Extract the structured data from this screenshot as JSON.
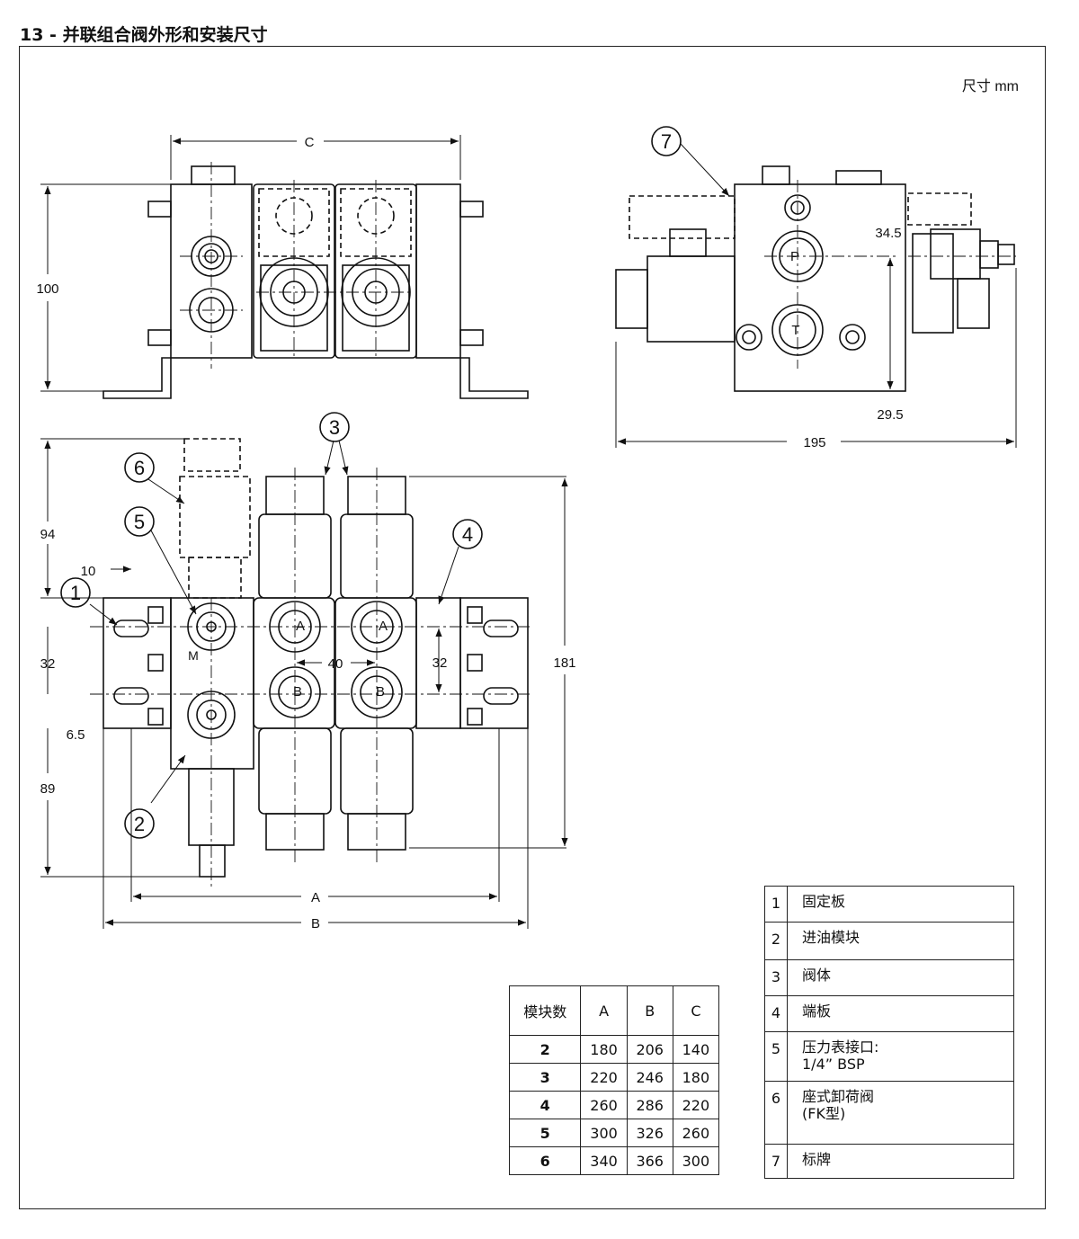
{
  "heading": {
    "number": "13 - ",
    "title": "并联组合阀外形和安装尺寸"
  },
  "unit_label": "尺寸 mm",
  "dimensions": {
    "c": "C",
    "h100": "100",
    "d34_5": "34.5",
    "d29_5": "29.5",
    "d195": "195",
    "d94": "94",
    "d10": "10",
    "d32_left": "32",
    "d6_5": "6.5",
    "d89": "89",
    "d40": "40",
    "d32_right": "32",
    "d181": "181",
    "a": "A",
    "b": "B"
  },
  "port_labels": {
    "p": "P",
    "t": "T",
    "a": "A",
    "b": "B",
    "m": "M"
  },
  "callouts": [
    "1",
    "2",
    "3",
    "4",
    "5",
    "6",
    "7"
  ],
  "size_table": {
    "headers": [
      "模块数",
      "A",
      "B",
      "C"
    ],
    "rows": [
      [
        "2",
        "180",
        "206",
        "140"
      ],
      [
        "3",
        "220",
        "246",
        "180"
      ],
      [
        "4",
        "260",
        "286",
        "220"
      ],
      [
        "5",
        "300",
        "326",
        "260"
      ],
      [
        "6",
        "340",
        "366",
        "300"
      ]
    ]
  },
  "parts": [
    {
      "num": "1",
      "lines": [
        "固定板"
      ]
    },
    {
      "num": "2",
      "lines": [
        "进油模块"
      ]
    },
    {
      "num": "3",
      "lines": [
        "阀体"
      ]
    },
    {
      "num": "4",
      "lines": [
        "端板"
      ]
    },
    {
      "num": "5",
      "lines": [
        "压力表接口:",
        "1/4” BSP"
      ]
    },
    {
      "num": "6",
      "lines": [
        "座式卸荷阀",
        "(FK型)"
      ]
    },
    {
      "num": "7",
      "lines": [
        "标牌"
      ]
    }
  ]
}
